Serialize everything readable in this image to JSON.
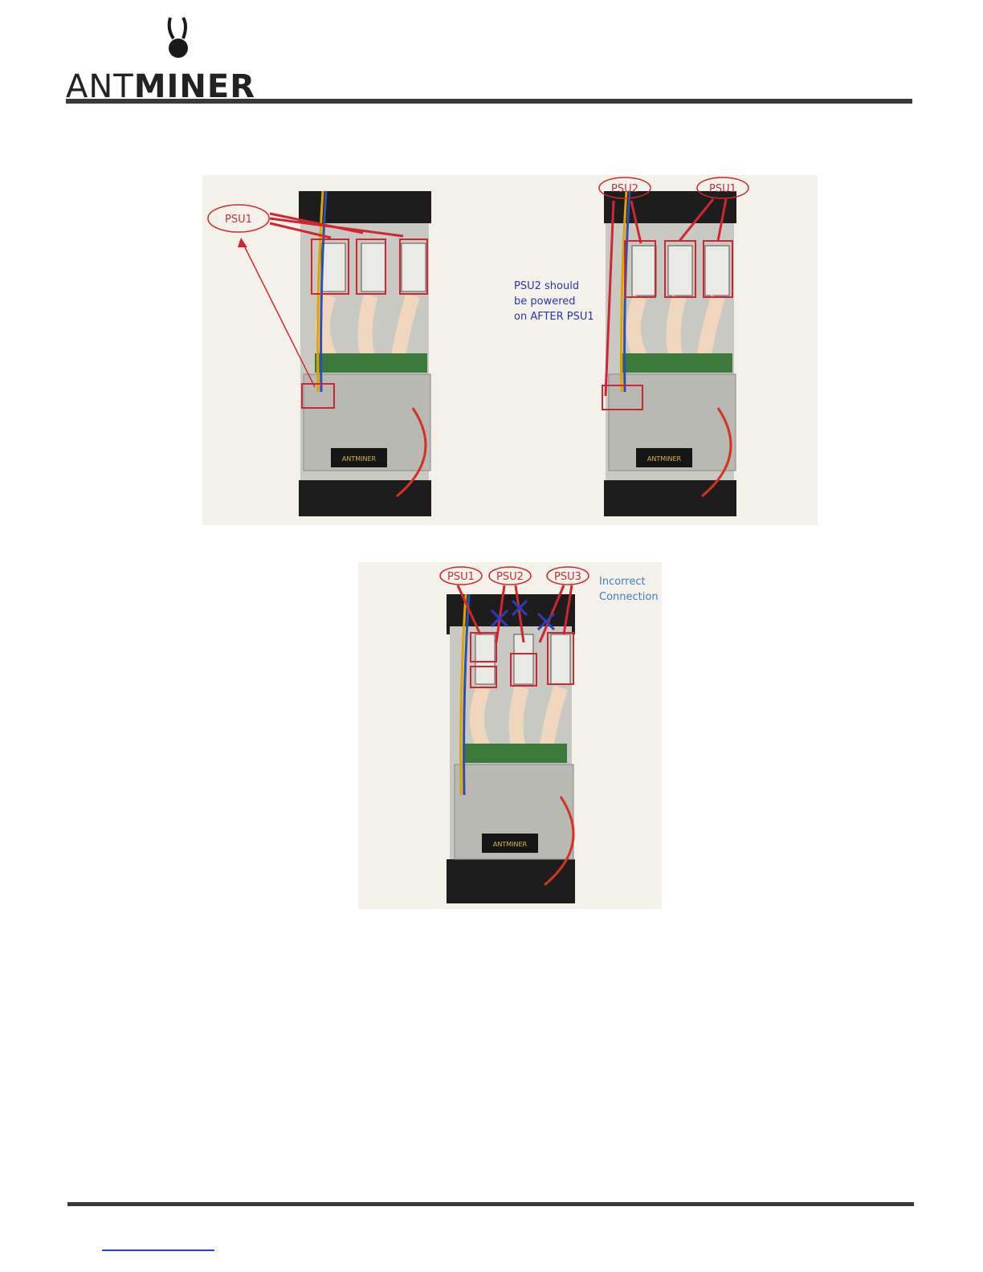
{
  "header": {
    "logo_text_thin": "ANT",
    "logo_text_bold": "MINER"
  },
  "figure_top": {
    "left_panel": {
      "psu_label": "PSU1",
      "device_badge": "ANTMINER"
    },
    "right_panel": {
      "psu_label_a": "PSU2",
      "psu_label_b": "PSU1",
      "note_line1": "PSU2 should",
      "note_line2": "be powered",
      "note_line3": "on AFTER PSU1",
      "device_badge": "ANTMINER"
    }
  },
  "figure_bottom": {
    "psu_label_1": "PSU1",
    "psu_label_2": "PSU2",
    "psu_label_3": "PSU3",
    "note_line1": "Incorrect",
    "note_line2": "Connection",
    "device_badge": "ANTMINER"
  },
  "colors": {
    "annotation_red": "#d0262f",
    "note_blue": "#2a36a8",
    "incorrect_blue": "#3d7fc2",
    "rule_dark": "#3a3a3a"
  }
}
